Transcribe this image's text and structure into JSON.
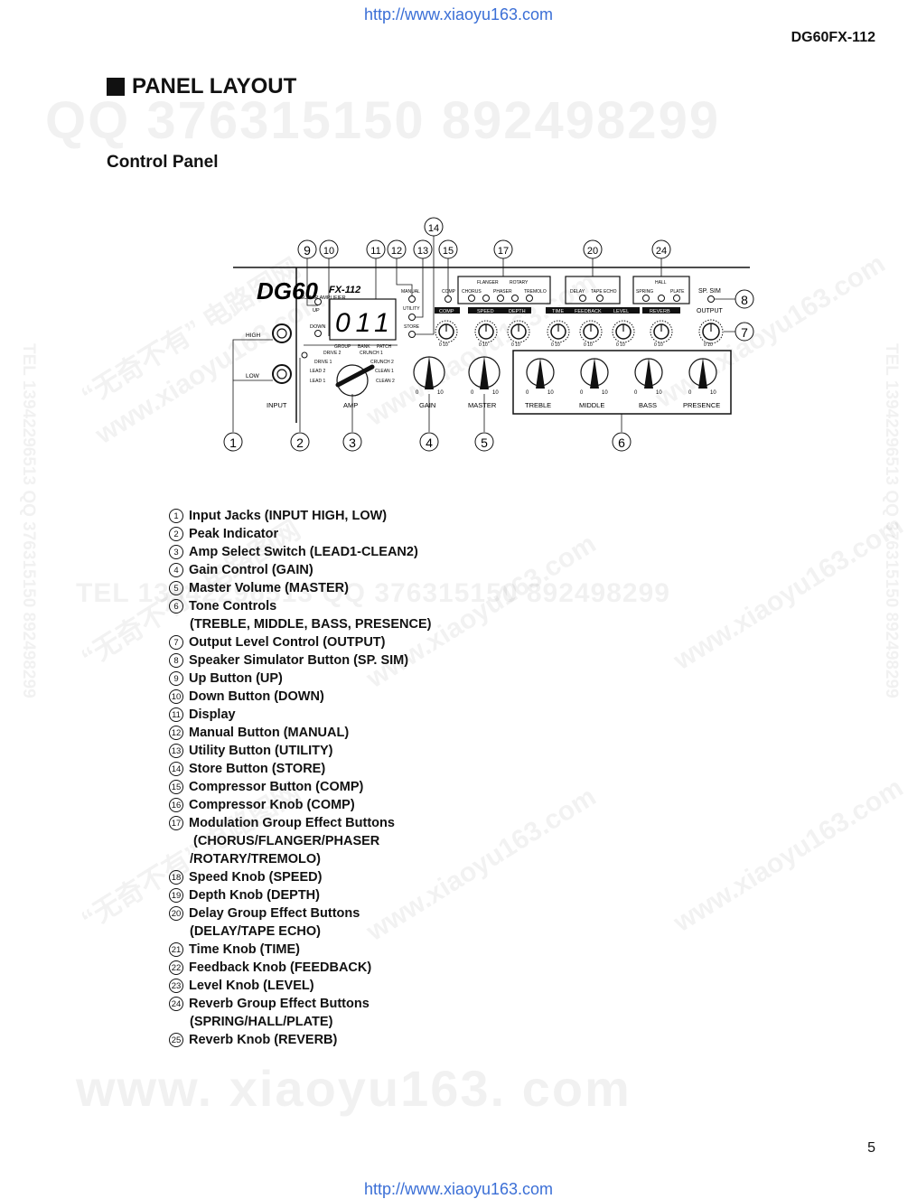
{
  "header": {
    "url": "http://www.xiaoyu163.com",
    "model": "DG60FX-112"
  },
  "footer": {
    "url": "http://www.xiaoyu163.com",
    "page_number": "5"
  },
  "section_title": "PANEL LAYOUT",
  "subsection_title": "Control Panel",
  "watermarks": {
    "qq_line": "QQ 376315150   892498299",
    "mid_line": "TEL 13942296513   QQ 376315150   892498299",
    "bottom_line": "www. xiaoyu163. com",
    "side_text": "TEL 13942296513 QQ 376315150 892498299",
    "diag_cn": "“无奇不有” 电路图网",
    "diag_url": "www.xiaoyu163.com"
  },
  "panel": {
    "logo_main": "DG60",
    "logo_sub": "FX-112",
    "logo_caption": "GUITAR AMPLIFIER",
    "display_digits": "011",
    "labels": {
      "high": "HIGH",
      "low": "LOW",
      "input": "INPUT",
      "amp": "AMP",
      "gain": "GAIN",
      "master": "MASTER",
      "treble": "TREBLE",
      "middle": "MIDDLE",
      "bass": "BASS",
      "presence": "PRESENCE",
      "up": "UP",
      "down": "DOWN",
      "manual": "MANUAL",
      "utility": "UTILITY",
      "store": "STORE",
      "comp": "COMP",
      "speed": "SPEED",
      "depth": "DEPTH",
      "time": "TIME",
      "feedback": "FEEDBACK",
      "level": "LEVEL",
      "reverb": "REVERB",
      "output": "OUTPUT",
      "sp_sim": "SP. SIM",
      "group": "GROUP",
      "bank": "BANK",
      "patch": "PATCH",
      "flanger": "FLANGER",
      "rotary": "ROTARY",
      "chorus": "CHORUS",
      "phaser": "PHASER",
      "tremolo": "TREMOLO",
      "delay": "DELAY",
      "tape_echo": "TAPE ECHO",
      "hall": "HALL",
      "spring": "SPRING",
      "plate": "PLATE",
      "drive2": "DRIVE 2",
      "drive1": "DRIVE 1",
      "lead2": "LEAD 2",
      "lead1": "LEAD 1",
      "crunch1": "CRUNCH 1",
      "crunch2": "CRUNCH 2",
      "clean1": "CLEAN 1",
      "clean2": "CLEAN 2",
      "scale_min": "0",
      "scale_max": "10"
    },
    "callouts": {
      "c1": "1",
      "c2": "2",
      "c3": "3",
      "c4": "4",
      "c5": "5",
      "c6": "6",
      "c7": "7",
      "c8": "8",
      "c9": "9",
      "c10": "10",
      "c11": "11",
      "c12": "12",
      "c13": "13",
      "c14": "14",
      "c15": "15",
      "c17": "17",
      "c20": "20",
      "c24": "24"
    }
  },
  "items": [
    {
      "num": "1",
      "text": "Input Jacks (INPUT HIGH, LOW)"
    },
    {
      "num": "2",
      "text": "Peak Indicator"
    },
    {
      "num": "3",
      "text": "Amp Select Switch (LEAD1-CLEAN2)"
    },
    {
      "num": "4",
      "text": "Gain Control (GAIN)"
    },
    {
      "num": "5",
      "text": "Master Volume (MASTER)"
    },
    {
      "num": "6",
      "text": "Tone Controls",
      "cont": [
        "(TREBLE, MIDDLE, BASS, PRESENCE)"
      ]
    },
    {
      "num": "7",
      "text": "Output Level Control (OUTPUT)"
    },
    {
      "num": "8",
      "text": "Speaker Simulator Button (SP. SIM)"
    },
    {
      "num": "9",
      "text": "Up Button (UP)"
    },
    {
      "num": "10",
      "text": "Down Button (DOWN)"
    },
    {
      "num": "11",
      "text": "Display"
    },
    {
      "num": "12",
      "text": "Manual Button (MANUAL)"
    },
    {
      "num": "13",
      "text": "Utility Button (UTILITY)"
    },
    {
      "num": "14",
      "text": "Store Button (STORE)"
    },
    {
      "num": "15",
      "text": "Compressor Button (COMP)"
    },
    {
      "num": "16",
      "text": "Compressor Knob (COMP)"
    },
    {
      "num": "17",
      "text": "Modulation Group Effect Buttons",
      "cont": [
        " (CHORUS/FLANGER/PHASER",
        "/ROTARY/TREMOLO)"
      ]
    },
    {
      "num": "18",
      "text": "Speed Knob (SPEED)"
    },
    {
      "num": "19",
      "text": "Depth Knob (DEPTH)"
    },
    {
      "num": "20",
      "text": "Delay Group Effect Buttons",
      "cont": [
        "(DELAY/TAPE ECHO)"
      ]
    },
    {
      "num": "21",
      "text": "Time Knob (TIME)"
    },
    {
      "num": "22",
      "text": "Feedback Knob (FEEDBACK)"
    },
    {
      "num": "23",
      "text": "Level Knob (LEVEL)"
    },
    {
      "num": "24",
      "text": "Reverb Group Effect Buttons",
      "cont": [
        "(SPRING/HALL/PLATE)"
      ]
    },
    {
      "num": "25",
      "text": "Reverb Knob (REVERB)"
    }
  ]
}
